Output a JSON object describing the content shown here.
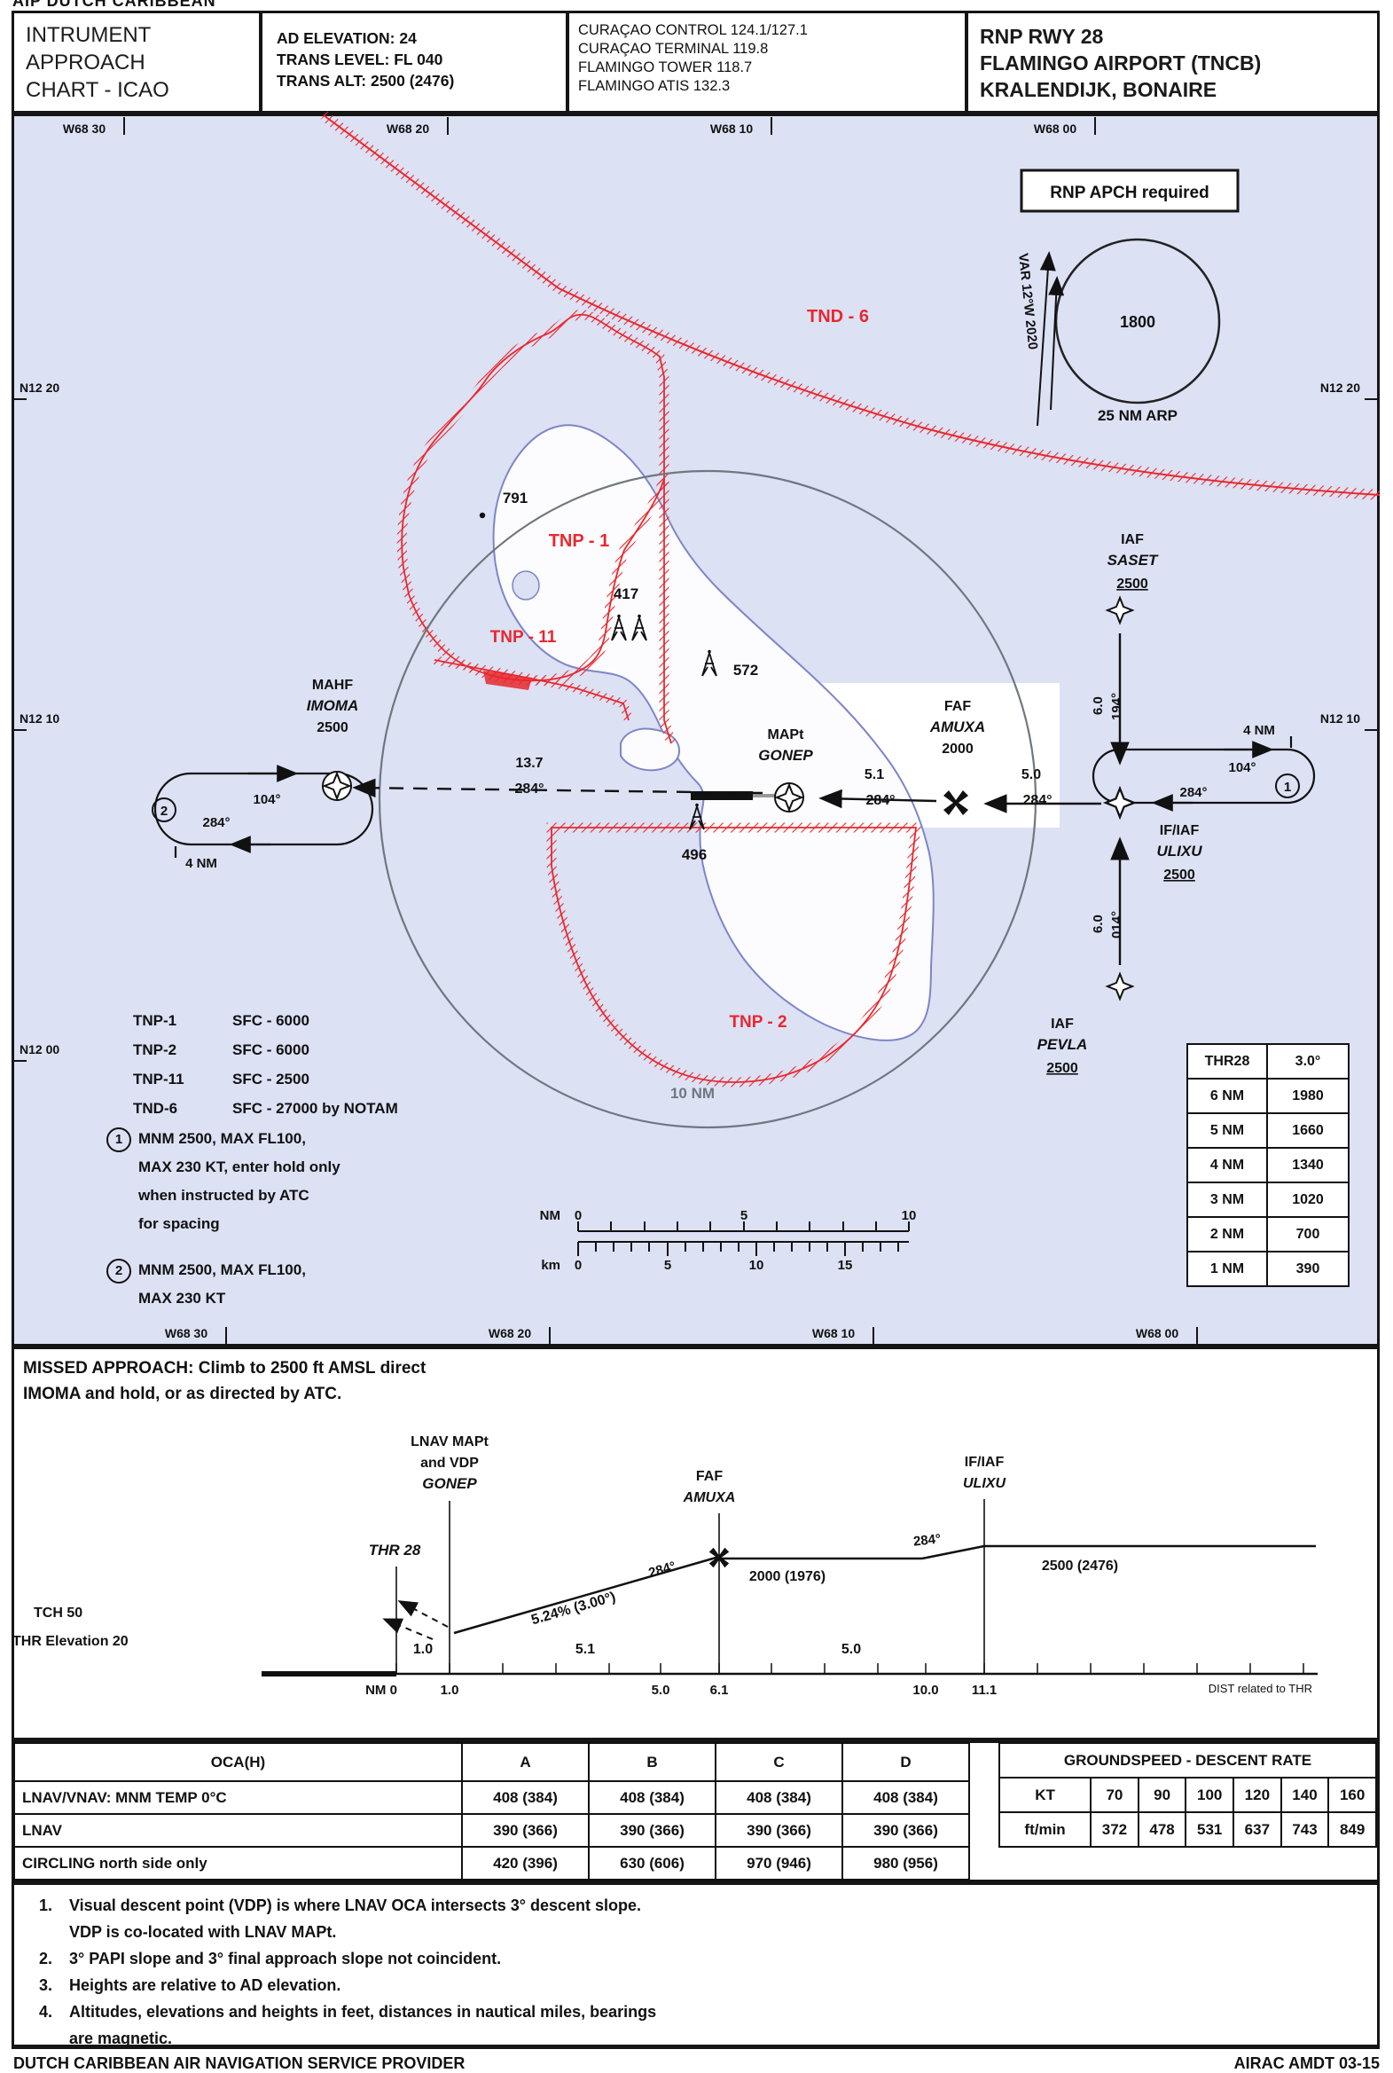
{
  "page": {
    "top_strip": "AIP DUTCH CARIBBEAN",
    "footer_left": "DUTCH CARIBBEAN AIR NAVIGATION SERVICE PROVIDER",
    "footer_right": "AIRAC AMDT 03-15"
  },
  "header": {
    "title_lines": [
      "INTRUMENT",
      "APPROACH",
      "CHART - ICAO"
    ],
    "elevation_lines": [
      "AD ELEVATION: 24",
      "TRANS LEVEL: FL 040",
      "TRANS ALT: 2500 (2476)"
    ],
    "frequency_lines": [
      "CURAÇAO CONTROL 124.1/127.1",
      "CURAÇAO TERMINAL 119.8",
      "FLAMINGO TOWER 118.7",
      "FLAMINGO ATIS 132.3"
    ],
    "procedure_lines": [
      "RNP RWY 28",
      "FLAMINGO AIRPORT (TNCB)",
      "KRALENDIJK, BONAIRE"
    ]
  },
  "map": {
    "rnp_box": "RNP APCH required",
    "grid": {
      "top": [
        "W68 30",
        "W68 20",
        "W68 10",
        "W68 00"
      ],
      "bottom": [
        "W68 30",
        "W68 20",
        "W68 10",
        "W68 00"
      ],
      "left": [
        "N12 20",
        "N12 10",
        "N12 00"
      ],
      "right": [
        "N12 20",
        "N12 10"
      ]
    },
    "msa": {
      "altitude": "1800",
      "radius": "25 NM ARP",
      "variation": "VAR 12°W 2020"
    },
    "areas": {
      "tnd6": "TND - 6",
      "tnp1": "TNP - 1",
      "tnp11": "TNP - 11",
      "tnp2": "TNP - 2"
    },
    "spots": {
      "s791": "791",
      "s417": "417",
      "s572": "572",
      "s496": "496"
    },
    "ring_label": "10 NM",
    "waypoints": {
      "imoma": {
        "role": "MAHF",
        "name": "IMOMA",
        "alt": "2500"
      },
      "gonep": {
        "role": "MAPt",
        "name": "GONEP"
      },
      "amuxa": {
        "role": "FAF",
        "name": "AMUXA",
        "alt": "2000"
      },
      "ulixu": {
        "role": "IF/IAF",
        "name": "ULIXU",
        "alt": "2500"
      },
      "saset": {
        "role": "IAF",
        "name": "SASET",
        "alt": "2500"
      },
      "pevla": {
        "role": "IAF",
        "name": "PEVLA",
        "alt": "2500"
      }
    },
    "legs": {
      "gonep_imoma": {
        "dist": "13.7",
        "crs": "284°"
      },
      "amuxa_gonep": {
        "dist": "5.1",
        "crs": "284°"
      },
      "ulixu_amuxa": {
        "dist": "5.0",
        "crs": "284°"
      },
      "saset_ulixu": {
        "dist": "6.0",
        "crs": "194°"
      },
      "pevla_ulixu": {
        "dist": "6.0",
        "crs": "014°"
      }
    },
    "hold_right": {
      "outbound": "104°",
      "inbound": "284°",
      "leg": "4 NM",
      "ref": "1"
    },
    "hold_left": {
      "outbound": "104°",
      "inbound": "284°",
      "leg": "4 NM",
      "ref": "2"
    },
    "restrictions": [
      {
        "id": "TNP-1",
        "limits": "SFC - 6000"
      },
      {
        "id": "TNP-2",
        "limits": "SFC - 6000"
      },
      {
        "id": "TNP-11",
        "limits": "SFC - 2500"
      },
      {
        "id": "TND-6",
        "limits": "SFC - 27000 by NOTAM"
      }
    ],
    "note1": {
      "ref": "1",
      "lines": [
        "MNM 2500, MAX FL100,",
        "MAX 230 KT, enter hold only",
        "when instructed by ATC",
        "for spacing"
      ]
    },
    "note2": {
      "ref": "2",
      "lines": [
        "MNM 2500, MAX FL100,",
        "MAX 230 KT"
      ]
    },
    "scalebar": {
      "nm_unit": "NM",
      "nm0": "0",
      "nm5": "5",
      "nm10": "10",
      "km_unit": "km",
      "km0": "0",
      "km5": "5",
      "km10": "10",
      "km15": "15"
    },
    "descent_table": {
      "rows": [
        [
          "THR28",
          "3.0°"
        ],
        [
          "6 NM",
          "1980"
        ],
        [
          "5 NM",
          "1660"
        ],
        [
          "4 NM",
          "1340"
        ],
        [
          "3 NM",
          "1020"
        ],
        [
          "2 NM",
          "700"
        ],
        [
          "1 NM",
          "390"
        ]
      ]
    }
  },
  "missed_approach_lines": [
    "MISSED APPROACH: Climb to 2500 ft AMSL direct",
    "IMOMA and hold, or as directed by ATC."
  ],
  "profile": {
    "mapt_lines": [
      "LNAV MAPt",
      "and VDP",
      "GONEP"
    ],
    "thr": "THR 28",
    "tch": "TCH 50",
    "thr_elev": "THR Elevation 20",
    "faf_lines": [
      "FAF",
      "AMUXA"
    ],
    "if_lines": [
      "IF/IAF",
      "ULIXU"
    ],
    "slope": "5.24% (3.00°)",
    "crs_slope": "284°",
    "crs_level": "284°",
    "alt_faf": "2000 (1976)",
    "alt_if": "2500 (2476)",
    "seg1": "1.0",
    "seg2": "5.1",
    "seg3": "5.0",
    "ticks": {
      "t0": "NM 0",
      "t1": "1.0",
      "t5": "5.0",
      "t61": "6.1",
      "t10": "10.0",
      "t111": "11.1"
    },
    "dist_note": "DIST related to THR"
  },
  "minima": {
    "header": [
      "OCA(H)",
      "A",
      "B",
      "C",
      "D"
    ],
    "rows": [
      [
        "LNAV/VNAV: MNM TEMP 0°C",
        "408 (384)",
        "408 (384)",
        "408 (384)",
        "408 (384)"
      ],
      [
        "LNAV",
        "390 (366)",
        "390 (366)",
        "390 (366)",
        "390 (366)"
      ],
      [
        "CIRCLING north side only",
        "420 (396)",
        "630 (606)",
        "970 (946)",
        "980 (956)"
      ]
    ]
  },
  "gs_table": {
    "title": "GROUNDSPEED - DESCENT RATE",
    "kt_label": "KT",
    "kt": [
      "70",
      "90",
      "100",
      "120",
      "140",
      "160"
    ],
    "rate_label": "ft/min",
    "rates": [
      "372",
      "478",
      "531",
      "637",
      "743",
      "849"
    ]
  },
  "notes": [
    {
      "num": "1.",
      "lines": [
        "Visual descent point (VDP) is where LNAV OCA intersects 3° descent slope.",
        "VDP is co-located with LNAV MAPt."
      ]
    },
    {
      "num": "2.",
      "lines": [
        "3° PAPI slope and 3° final approach slope not coincident."
      ]
    },
    {
      "num": "3.",
      "lines": [
        "Heights are relative to AD elevation."
      ]
    },
    {
      "num": "4.",
      "lines": [
        "Altitudes, elevations and heights in feet, distances in nautical miles, bearings",
        "are magnetic."
      ]
    }
  ]
}
